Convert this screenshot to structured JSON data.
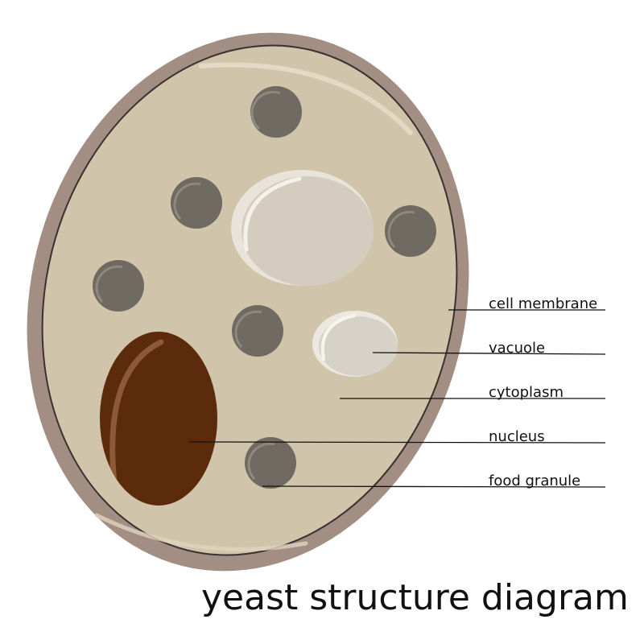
{
  "title": "yeast structure diagram",
  "labels": {
    "cell_membrane": "cell membrane",
    "vacuole": "vacuole",
    "cytoplasm": "cytoplasm",
    "nucleus": "nucleus",
    "food_granule": "food granule"
  },
  "colors": {
    "cell_wall": "#a38e84",
    "membrane_outline": "#3b3230",
    "cytoplasm": "#d0c4ab",
    "granule": "#6f6a62",
    "nucleus": "#5b2b0c",
    "vacuole": "#d8d2c6",
    "leader_line": "#111111"
  }
}
